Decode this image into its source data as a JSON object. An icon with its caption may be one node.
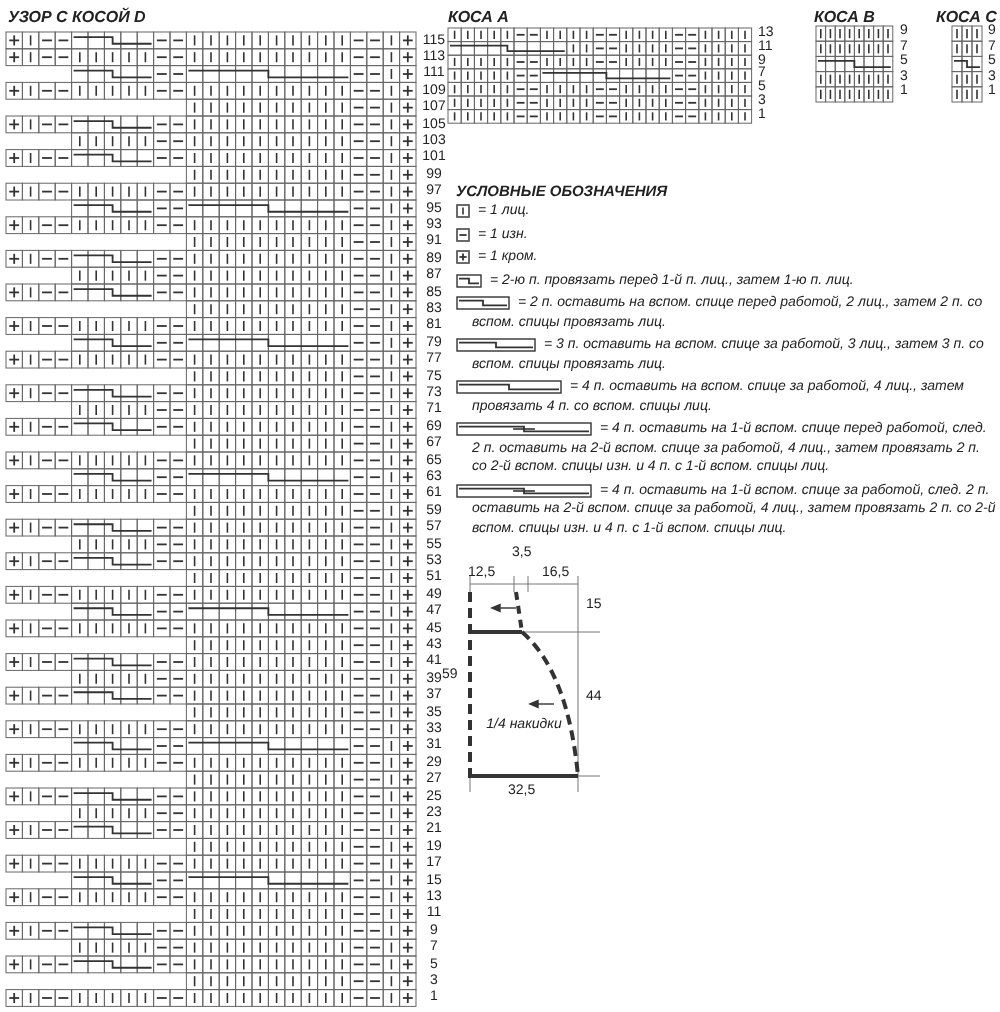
{
  "diagram": {
    "nodes": [
      {
        "text": [
          "1/4 накидки"
        ]
      }
    ],
    "labels": [
      "УЗОР С КОСОЙ D",
      "115",
      "113",
      "111",
      "109",
      "107",
      "105",
      "103",
      "101",
      "99",
      "97",
      "95",
      "93",
      "91",
      "89",
      "87",
      "85",
      "83",
      "81",
      "79",
      "77",
      "75",
      "73",
      "71",
      "69",
      "67",
      "65",
      "63",
      "61",
      "59",
      "57",
      "55",
      "53",
      "51",
      "49",
      "47",
      "45",
      "43",
      "41",
      "39",
      "37",
      "35",
      "33",
      "31",
      "29",
      "27",
      "25",
      "23",
      "21",
      "19",
      "17",
      "15",
      "13",
      "11",
      "9",
      "7",
      "5",
      "3",
      "1",
      "КОСА A",
      "13",
      "11",
      "9",
      "7",
      "5",
      "3",
      "1",
      "КОСА B",
      "9",
      "7",
      "5",
      "3",
      "1",
      "КОСА C",
      "9",
      "7",
      "5",
      "3",
      "1",
      "УСЛОВНЫЕ ОБОЗНАЧЕНИЯ",
      "12,5",
      "3,5",
      "16,5",
      "15",
      "59",
      "44",
      "32,5"
    ],
    "legend": [
      {
        "text": "= 1 лиц."
      },
      {
        "text": "= 1 изн."
      },
      {
        "text": "= 1 кром."
      },
      {
        "text": "= 2-ю п. провязать перед 1-й п. лиц., затем 1-ю п. лиц."
      },
      {
        "text": "= 2 п. оставить на вспом. спице перед работой, 2 лиц., затем 2 п. со вспом. спицы провязать лиц."
      },
      {
        "text": "= 3 п. оставить на вспом. спице за работой, 3 лиц., затем 3 п. со вспом. спицы провязать лиц."
      },
      {
        "text": "= 4 п. оставить на вспом. спице за работой, 4 лиц., затем провязать 4 п. со вспом. спицы лиц."
      },
      {
        "text": "= 4 п. оставить на 1-й вспом. спице перед работой, след. 2 п. оставить на 2-й вспом. спице за работой, 4 лиц., затем провязать 2 п. со 2-й вспом. спицы изн. и 4 п. с 1-й вспом. спицы лиц."
      },
      {
        "text": "= 4 п. оставить на 1-й вспом. спице за работой, след. 2 п. оставить на 2-й вспом. спице за работой, 4 лиц., затем провязать 2 п. со 2-й вспом. спицы изн. и 4 п. с 1-й вспом. спицы лиц."
      }
    ]
  }
}
